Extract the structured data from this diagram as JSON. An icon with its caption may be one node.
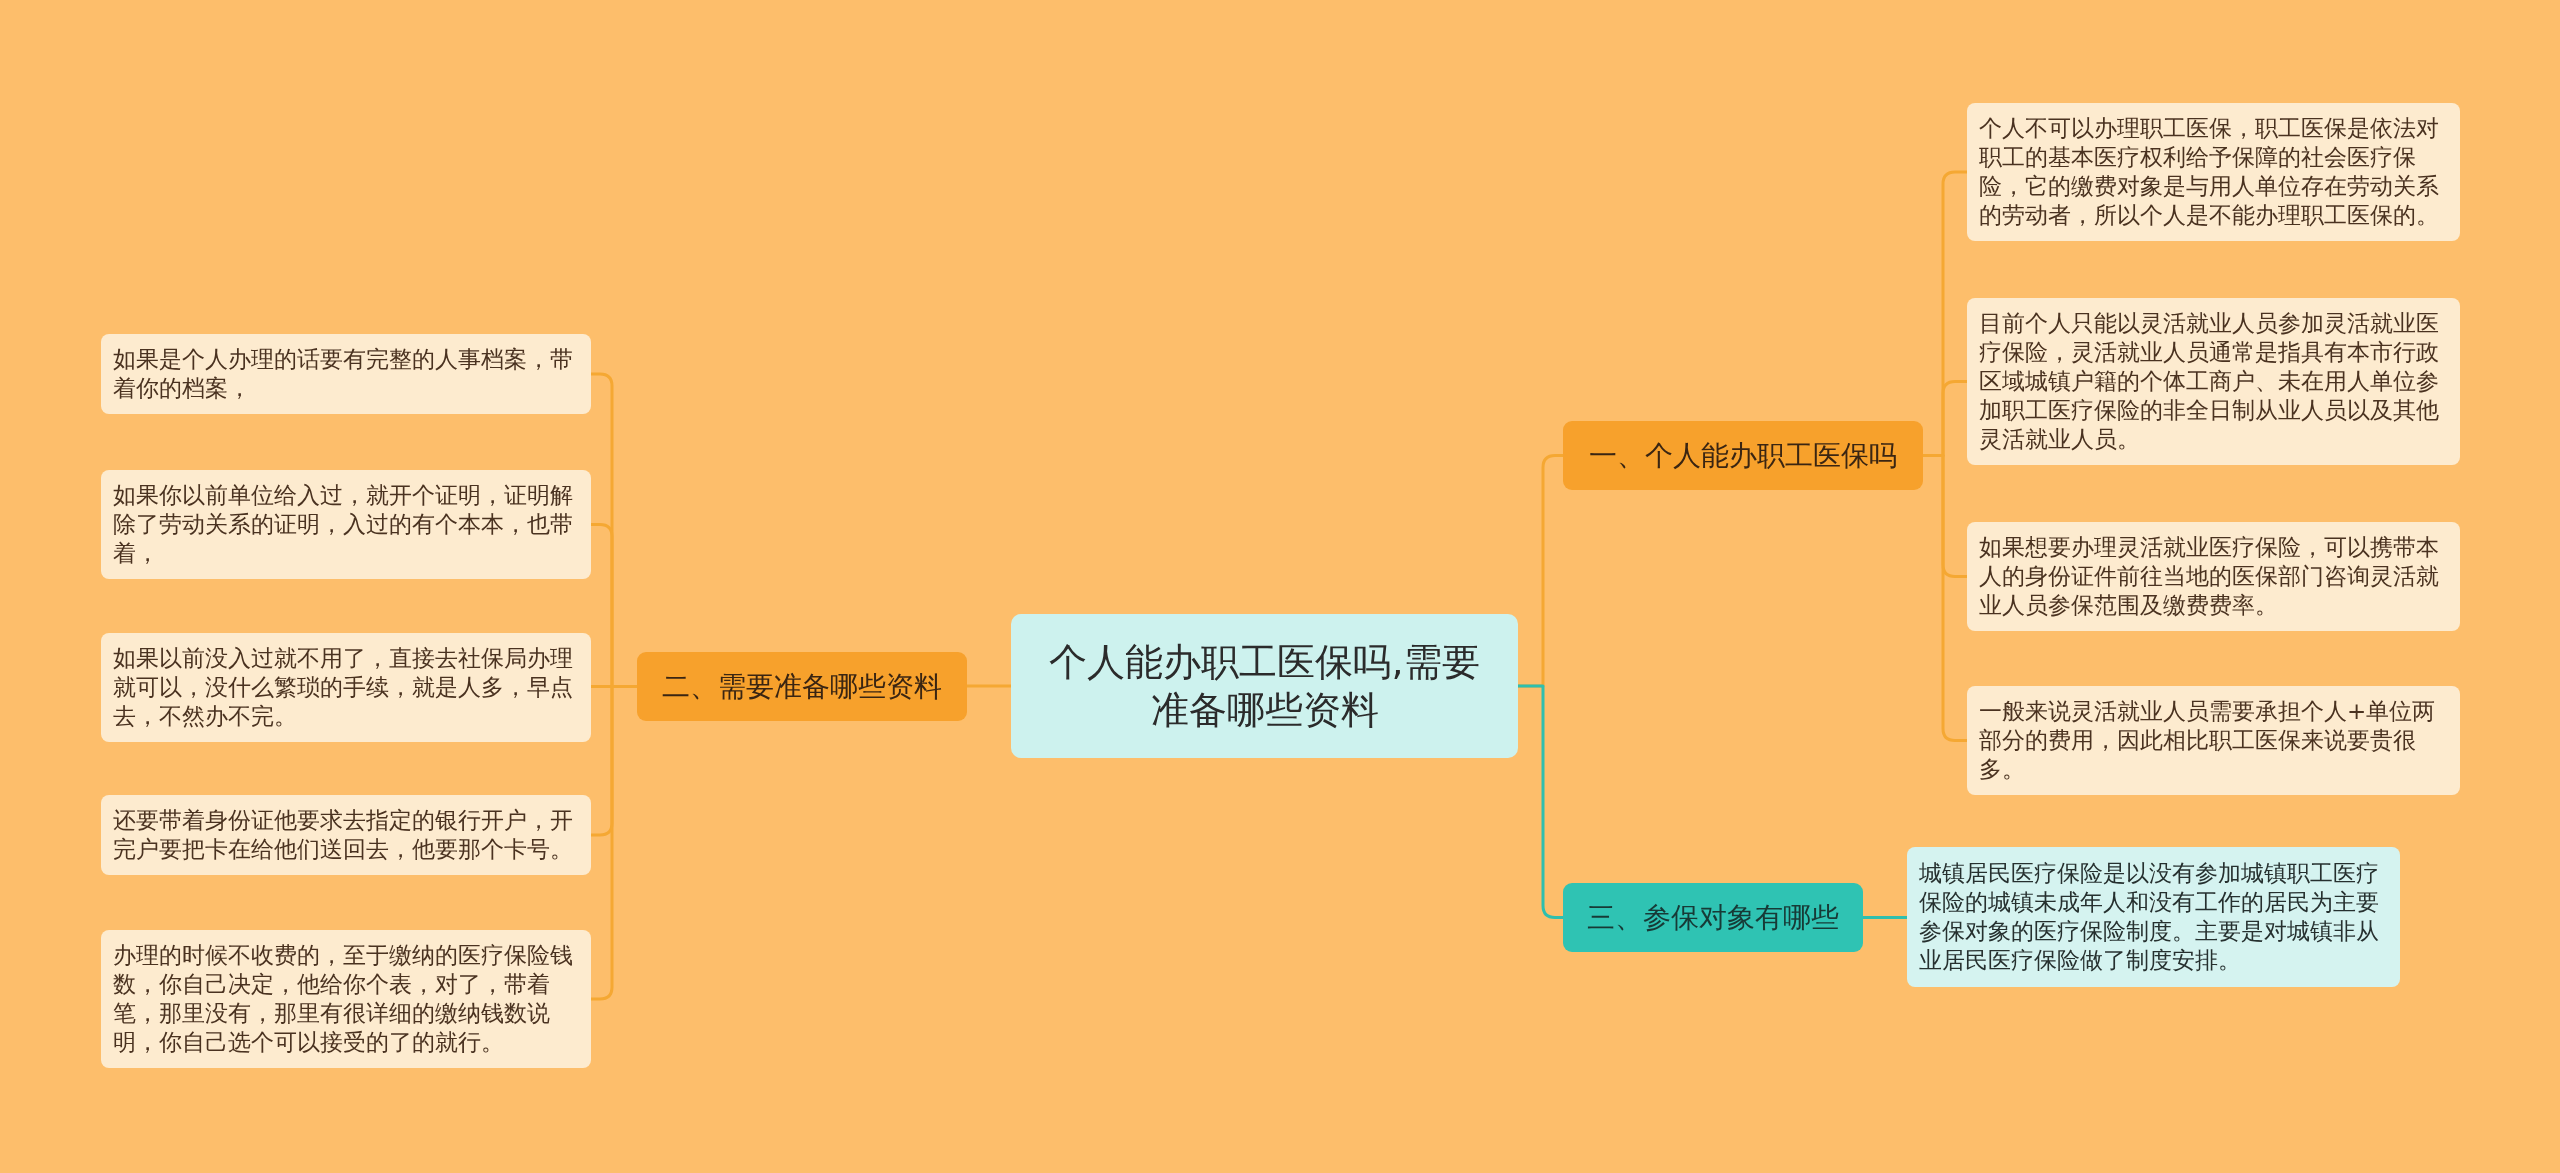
{
  "diagram": {
    "nodes": [
      {
        "text": [
          "个人能办职工医保吗,需要准备哪些资料"
        ]
      },
      {
        "text": [
          "一、个人能办职工医保吗"
        ]
      },
      {
        "text": [
          "个人不可以办理职工医保，职工医保是依法对职工的基本医疗权利给予保障的社会医疗保险，它的缴费对象是与用人单位存在劳动关系的劳动者，所以个人是不能办理职工医保的。"
        ]
      },
      {
        "text": [
          "目前个人只能以灵活就业人员参加灵活就业医疗保险，灵活就业人员通常是指具有本市行政区域城镇户籍的个体工商户、未在用人单位参加职工医疗保险的非全日制从业人员以及其他灵活就业人员。"
        ]
      },
      {
        "text": [
          "如果想要办理灵活就业医疗保险，可以携带本人的身份证件前往当地的医保部门咨询灵活就业人员参保范围及缴费费率。"
        ]
      },
      {
        "text": [
          "一般来说灵活就业人员需要承担个人+单位两部分的费用，因此相比职工医保来说要贵很多。"
        ]
      },
      {
        "text": [
          "二、需要准备哪些资料"
        ]
      },
      {
        "text": [
          "如果是个人办理的话要有完整的人事档案，带着你的档案，"
        ]
      },
      {
        "text": [
          "如果你以前单位给入过，就开个证明，证明解除了劳动关系的证明，入过的有个本本，也带着，"
        ]
      },
      {
        "text": [
          "如果以前没入过就不用了，直接去社保局办理就可以，没什么繁琐的手续，就是人多，早点去，不然办不完。"
        ]
      },
      {
        "text": [
          "还要带着身份证他要求去指定的银行开户，开完户要把卡在给他们送回去，他要那个卡号。"
        ]
      },
      {
        "text": [
          "办理的时候不收费的，至于缴纳的医疗保险钱数，你自己决定，他给你个表，对了，带着笔，那里没有，那里有很详细的缴纳钱数说明，你自己选个可以接受的了的就行。"
        ]
      },
      {
        "text": [
          "三、参保对象有哪些"
        ]
      },
      {
        "text": [
          "城镇居民医疗保险是以没有参加城镇职工医疗保险的城镇未成年人和没有工作的居民为主要参保对象的医疗保险制度。主要是对城镇非从业居民医疗保险做了制度安排。"
        ]
      }
    ],
    "edges": [
      {
        "from": 0,
        "to": 1,
        "arrow": "none"
      },
      {
        "from": 1,
        "to": 2,
        "arrow": "none"
      },
      {
        "from": 1,
        "to": 3,
        "arrow": "none"
      },
      {
        "from": 1,
        "to": 4,
        "arrow": "none"
      },
      {
        "from": 1,
        "to": 5,
        "arrow": "none"
      },
      {
        "from": 0,
        "to": 6,
        "arrow": "none"
      },
      {
        "from": 6,
        "to": 7,
        "arrow": "none"
      },
      {
        "from": 6,
        "to": 8,
        "arrow": "none"
      },
      {
        "from": 6,
        "to": 9,
        "arrow": "none"
      },
      {
        "from": 6,
        "to": 10,
        "arrow": "none"
      },
      {
        "from": 6,
        "to": 11,
        "arrow": "none"
      },
      {
        "from": 0,
        "to": 12,
        "arrow": "none",
        "color": "#2fbfae"
      },
      {
        "from": 12,
        "to": 13,
        "arrow": "none",
        "color": "#2fbfae"
      }
    ]
  }
}
